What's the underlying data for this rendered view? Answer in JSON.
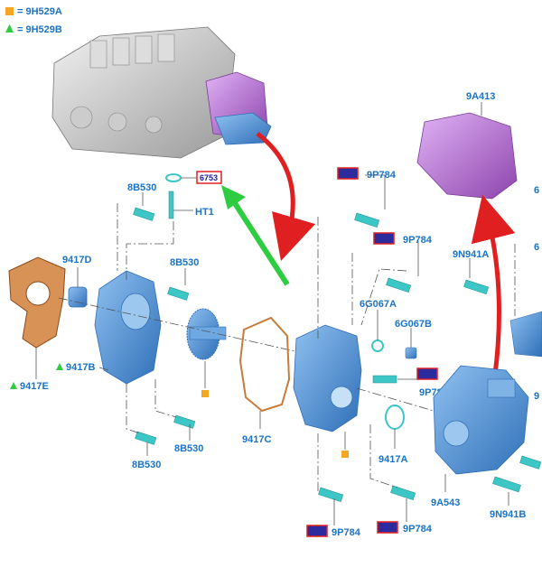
{
  "legend": {
    "square_label": "= 9H529A",
    "triangle_label": "= 9H529B",
    "square_color": "#f5a623",
    "triangle_color": "#2ecc40"
  },
  "labels": {
    "p6753": "6753",
    "ht1": "HT1",
    "b8530_top": "8B530",
    "b8530_mid": "8B530",
    "b8530_bot1": "8B530",
    "b8530_bot2": "8B530",
    "p9417d": "9417D",
    "p9417e": "9417E",
    "p9417b": "9417B",
    "p9417c": "9417C",
    "p9417a": "9417A",
    "p9p784_a": "9P784",
    "p9p784_b": "9P784",
    "p9p784_c": "9P784",
    "p9p784_d": "9P784",
    "p9p784_e": "9P784",
    "p6g067a": "6G067A",
    "p6g067b": "6G067B",
    "p9n941a": "9N941A",
    "p9n941b": "9N941B",
    "p9a543": "9A543",
    "p9a413": "9A413",
    "edge_6a": "6",
    "edge_6b": "6",
    "edge_9": "9"
  },
  "colors": {
    "label_blue": "#1a73c7",
    "highlight_red": "#e02020",
    "part_blue": "#5b9bd5",
    "cover_purple": "#b57edc",
    "gasket_orange": "#c87a3a",
    "arrow_green": "#2ecc40",
    "bolt_teal": "#3cc6c6"
  }
}
